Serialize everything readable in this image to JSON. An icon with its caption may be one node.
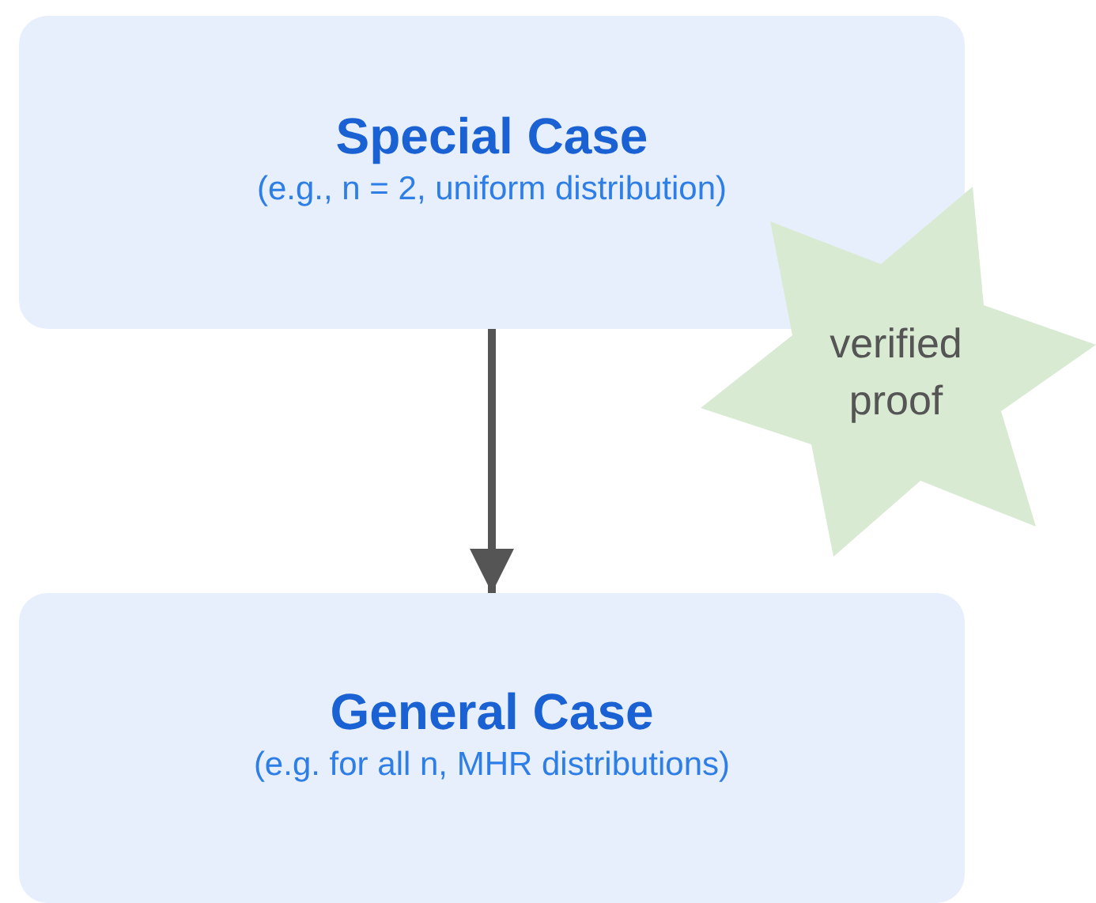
{
  "diagram": {
    "nodes": [
      {
        "text": [
          "Special Case",
          "(e.g., n = 2, uniform distribution)"
        ]
      },
      {
        "text": [
          "General Case",
          "(e.g. for all n, MHR distributions)"
        ]
      },
      {
        "text": [
          "verified proof"
        ]
      }
    ],
    "edges": [
      {
        "from": 0,
        "to": 1,
        "arrow": "to"
      }
    ]
  }
}
